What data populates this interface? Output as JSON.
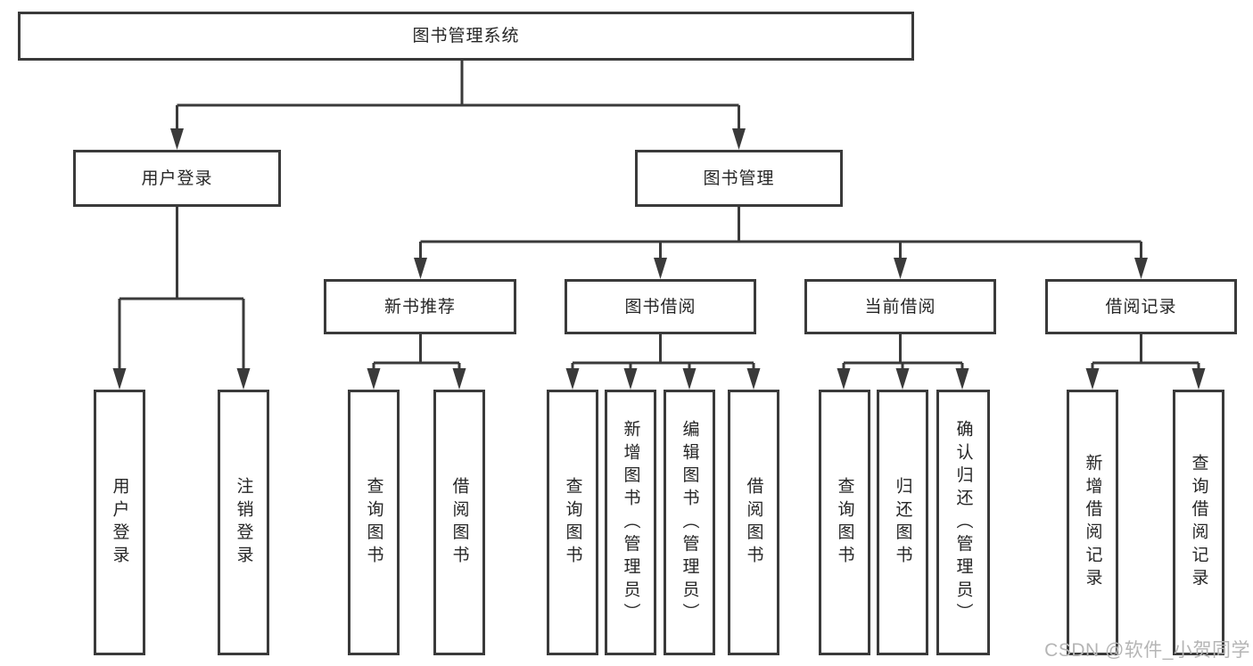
{
  "diagram": {
    "title": "图书管理系统",
    "nodes": {
      "root": "图书管理系统",
      "user_login": "用户登录",
      "book_mgmt": "图书管理",
      "new_book_rec": "新书推荐",
      "book_borrow": "图书借阅",
      "current_borrow": "当前借阅",
      "borrow_record": "借阅记录",
      "leaf_user_login": "用户登录",
      "leaf_logout": "注销登录",
      "leaf_nb_query_book": "查询图书",
      "leaf_nb_borrow_book": "借阅图书",
      "leaf_bb_query_book": "查询图书",
      "leaf_bb_add_book": "新增图书（管理员）",
      "leaf_bb_edit_book": "编辑图书（管理员）",
      "leaf_bb_borrow_book": "借阅图书",
      "leaf_cb_query_book": "查询图书",
      "leaf_cb_return_book": "归还图书",
      "leaf_cb_confirm_return": "确认归还（管理员）",
      "leaf_br_add_record": "新增借阅记录",
      "leaf_br_query_record": "查询借阅记录"
    },
    "colors": {
      "line": "#3a3a3a",
      "text": "#262626",
      "background": "#ffffff",
      "watermark": "#b5b5b5"
    }
  },
  "watermark": "CSDN @软件_小贺同学"
}
